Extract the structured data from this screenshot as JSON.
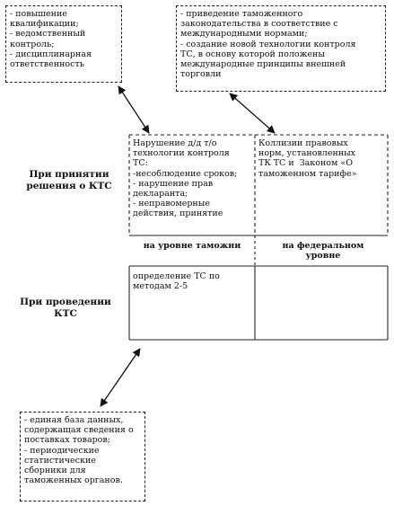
{
  "top_left_box": {
    "lines": [
      "- повышение",
      "квалификации;",
      "- ведомственный",
      "контроль;",
      "- дисциплинарная",
      "ответственность"
    ]
  },
  "top_right_box": {
    "lines": [
      "- приведение таможенного",
      "законодательства в соответствие с",
      "международными нормами;",
      "- создание новой технологии контроля",
      "ТС, в основу которой положены",
      "международные принципы внешней",
      "торговли"
    ]
  },
  "row_labels": {
    "decision": "При принятии решения о КТС",
    "conduct": "При проведении КТС"
  },
  "table": {
    "cell_customs_decision": [
      "Нарушение д/д т/о",
      "технологии контроля",
      "ТС:",
      "-несоблюдение сроков;",
      "- нарушение прав",
      "декларанта;",
      "- неправомерные",
      "действия, принятие"
    ],
    "cell_federal_decision": [
      "Коллизии правовых",
      "норм, установленных",
      "ТК ТС и  Законом «О",
      "таможенном тарифе»"
    ],
    "header_customs": "на уровне таможни",
    "header_federal": "на федеральном уровне",
    "cell_customs_conduct": [
      "определение ТС по",
      "методам 2-5"
    ]
  },
  "bottom_box": {
    "lines": [
      "- единая база данных,",
      "содержащая сведения о",
      "поставках товаров;",
      "- периодические",
      "статистические",
      "сборники для",
      "таможенных органов."
    ]
  }
}
